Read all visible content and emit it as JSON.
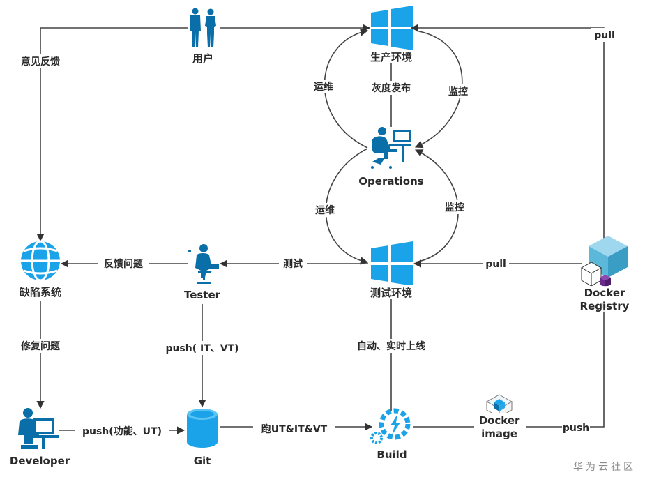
{
  "nodes": {
    "user": "用户",
    "prod": "生产环境",
    "operations": "Operations",
    "test_env": "测试环境",
    "defect": "缺陷系统",
    "tester": "Tester",
    "developer": "Developer",
    "git": "Git",
    "build": "Build",
    "docker_image_1": "Docker",
    "docker_image_2": "image",
    "registry_1": "Docker",
    "registry_2": "Registry"
  },
  "edges": {
    "feedback": "意见反馈",
    "pull_top": "pull",
    "ops_left_top": "运维",
    "gray_release": "灰度发布",
    "monitor_top": "监控",
    "ops_left_bottom": "运维",
    "monitor_bottom": "监控",
    "feedback_issue": "反馈问题",
    "test": "测试",
    "pull_mid": "pull",
    "fix_issue": "修复问题",
    "push_it_vt": "push( IT、VT)",
    "auto_release": "自动、实时上线",
    "push_dev": "push(功能、UT)",
    "run_tests": "跑UT&IT&VT",
    "push_registry": "push"
  },
  "watermark": "华为云社区",
  "colors": {
    "icon": "#0a6ea8",
    "light": "#2aa6e6",
    "line": "#444444",
    "cube": "#5cb8d9",
    "purple": "#6a2a8a"
  },
  "icons": [
    "windows-icon",
    "people-icon",
    "operator-icon",
    "globe-icon",
    "tester-icon",
    "developer-icon",
    "database-icon",
    "gear-lightning-icon",
    "box-icon",
    "registry-cube-icon"
  ]
}
